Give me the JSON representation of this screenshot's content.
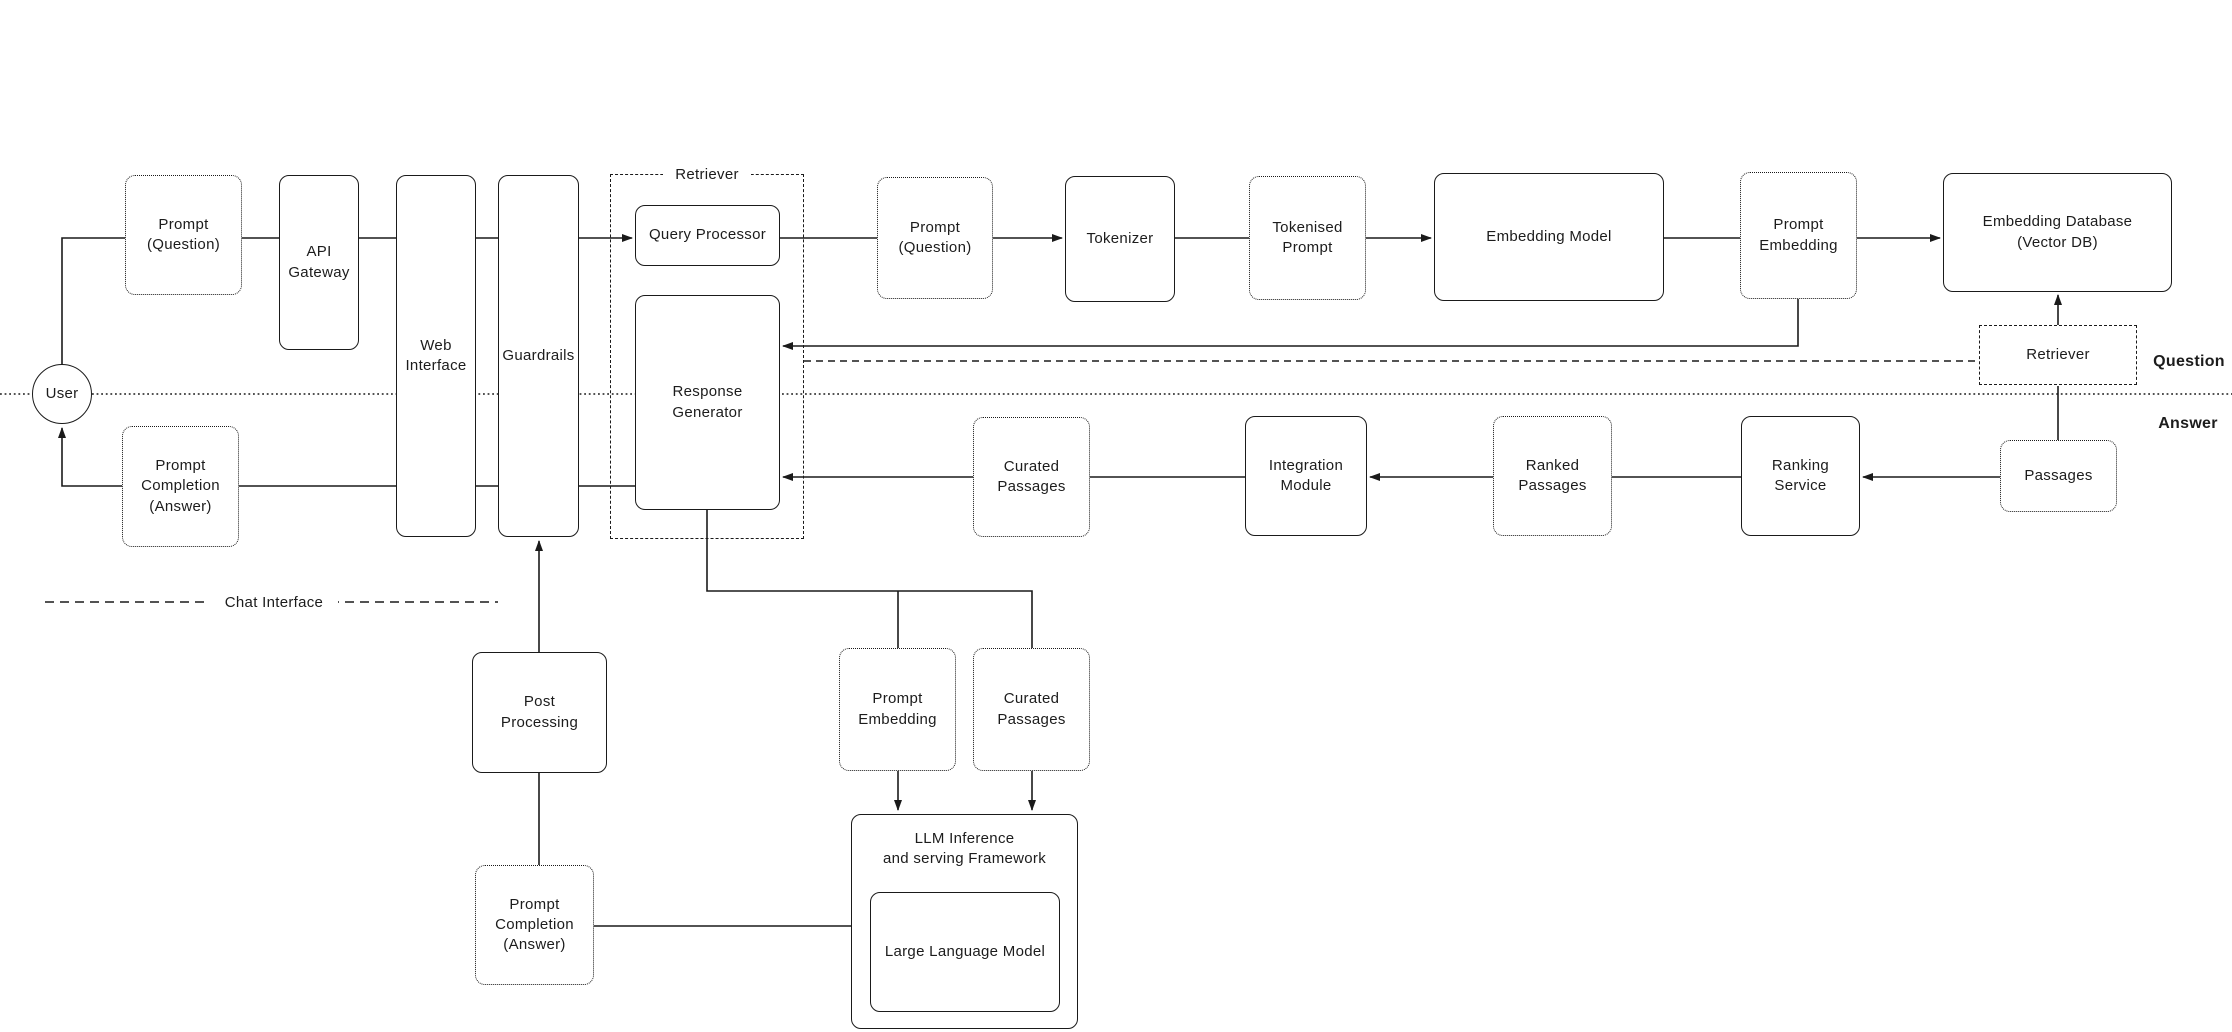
{
  "diagram": {
    "title": "RAG question-answer pipeline flow diagram",
    "colors": {
      "background": "#ffffff",
      "stroke": "#1a1a1a",
      "text": "#1c1c1c"
    },
    "nodes": {
      "user": {
        "label": "User"
      },
      "prompt_question_1": {
        "label": "Prompt\n(Question)"
      },
      "api_gateway": {
        "label": "API\nGateway"
      },
      "web_interface": {
        "label": "Web\nInterface"
      },
      "guardrails": {
        "label": "Guardrails"
      },
      "query_processor": {
        "label": "Query Processor"
      },
      "response_generator": {
        "label": "Response\nGenerator"
      },
      "prompt_question_2": {
        "label": "Prompt\n(Question)"
      },
      "tokenizer": {
        "label": "Tokenizer"
      },
      "tokenised_prompt": {
        "label": "Tokenised\nPrompt"
      },
      "embedding_model": {
        "label": "Embedding Model"
      },
      "prompt_embedding_top": {
        "label": "Prompt\nEmbedding"
      },
      "embedding_database": {
        "label": "Embedding Database\n(Vector DB)"
      },
      "retriever_box": {
        "label": "Retriever"
      },
      "passages": {
        "label": "Passages"
      },
      "ranking_service": {
        "label": "Ranking\nService"
      },
      "ranked_passages": {
        "label": "Ranked\nPassages"
      },
      "integration_module": {
        "label": "Integration\nModule"
      },
      "curated_passages_right": {
        "label": "Curated\nPassages"
      },
      "post_processing": {
        "label": "Post\nProcessing"
      },
      "prompt_completion_top": {
        "label": "Prompt\nCompletion\n(Answer)"
      },
      "prompt_completion_bottom": {
        "label": "Prompt\nCompletion\n(Answer)"
      },
      "prompt_embedding_bottom": {
        "label": "Prompt\nEmbedding"
      },
      "curated_passages_bottom": {
        "label": "Curated\nPassages"
      },
      "llm_framework": {
        "label": "LLM Inference\nand serving Framework"
      },
      "large_language_model": {
        "label": "Large Language Model"
      }
    },
    "labels": {
      "retriever_container": "Retriever",
      "chat_interface": "Chat Interface",
      "question": "Question",
      "answer": "Answer"
    }
  }
}
